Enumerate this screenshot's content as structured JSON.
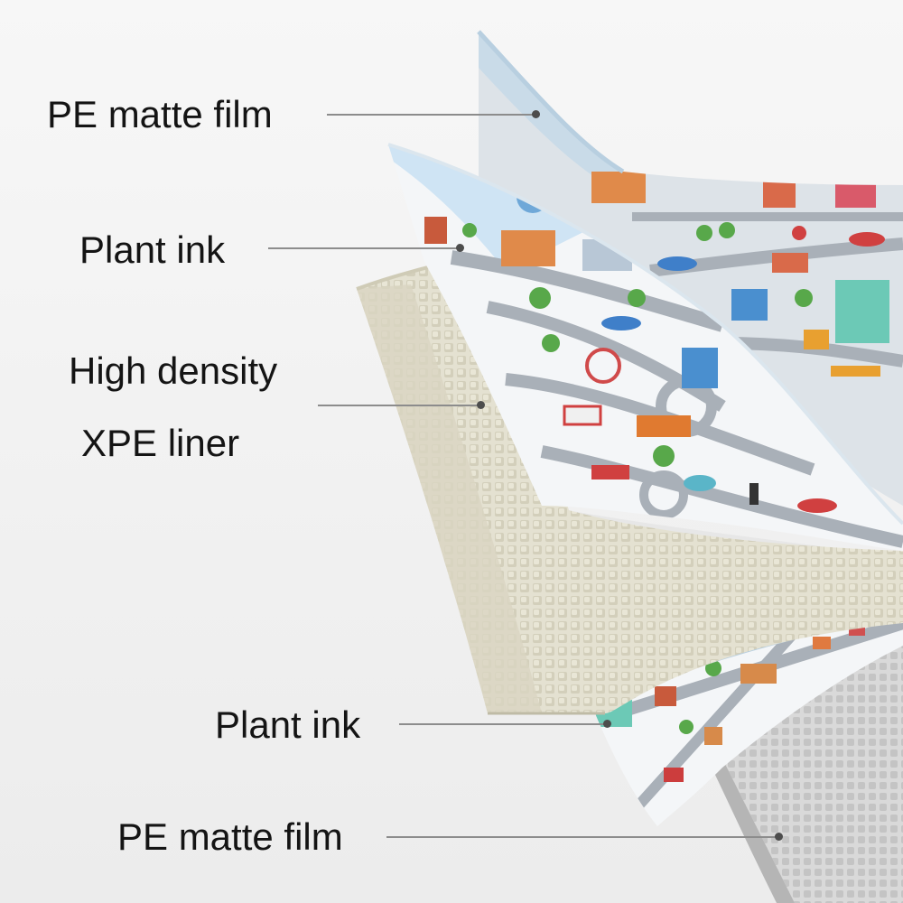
{
  "labels": {
    "top_film": "PE matte film",
    "top_ink": "Plant ink",
    "liner_line1": "High density",
    "liner_line2": "XPE liner",
    "bottom_ink": "Plant ink",
    "bottom_film": "PE matte film"
  },
  "colors": {
    "background": "#f2f2f2",
    "film": "#c9dbe8",
    "print_base": "#f4f6f8",
    "road": "#a9b0b8",
    "foam": "#e3e0cf",
    "foam_shadow": "#c8c4ae",
    "leader_line": "#8c8c8c",
    "text": "#141414"
  }
}
